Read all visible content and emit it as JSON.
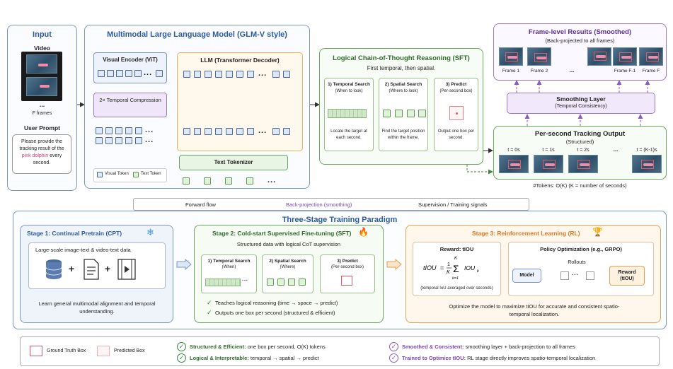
{
  "input": {
    "title": "Input",
    "video_label": "Video",
    "video_ellipsis": "...",
    "frames_label": "F frames",
    "prompt_title": "User Prompt",
    "prompt_pre": "Please provide the tracking result of the",
    "prompt_highlight": "pink dolphin",
    "prompt_post": "every second."
  },
  "mllm": {
    "title": "Multimodal Large Language Model (GLM-V style)",
    "vit_title": "Visual Encoder (ViT)",
    "compression": "2× Temporal Compression",
    "llm_title": "LLM (Transformer Decoder)",
    "tokenizer": "Text Tokenizer",
    "legend_visual": "Visual Token",
    "legend_text": "Text Token",
    "ellipsis": "..."
  },
  "cot": {
    "title": "Logical Chain-of-Thought Reasoning (SFT)",
    "subtitle": "First temporal, then spatial.",
    "steps": [
      {
        "title": "1) Temporal Search",
        "sub": "(When to look)",
        "desc": "Locate the target at each second."
      },
      {
        "title": "2) Spatial Search",
        "sub": "(Where to look)",
        "desc": "Find the target position within the frame."
      },
      {
        "title": "3) Predict",
        "sub": "(Per-second box)",
        "desc": "Output one box per second."
      }
    ]
  },
  "frame_results": {
    "title": "Frame-level Results (Smoothed)",
    "subtitle": "(Back-projected to all frames)",
    "labels": [
      "Frame 1",
      "Frame 2",
      "...",
      "Frame F-1",
      "Frame F"
    ]
  },
  "smoothing": {
    "title": "Smoothing Layer",
    "subtitle": "(Temporal Consistency)"
  },
  "per_second": {
    "title": "Per-second Tracking Output",
    "subtitle": "(Structured)",
    "labels": [
      "t = 0s",
      "t = 1s",
      "t = 2s",
      "...",
      "t = (K-1)s"
    ],
    "tokens_note": "#Tokens: O(K) (K = number of seconds)"
  },
  "flow_legend": {
    "forward": "Forward flow",
    "backproj": "Back-projection (smoothing)",
    "supervision": "Supervision / Training signals"
  },
  "training": {
    "title": "Three-Stage Training Paradigm",
    "stage1": {
      "title": "Stage 1: Continual Pretrain (CPT)",
      "data": "Large-scale image-text & video-text data",
      "desc": "Learn general multimodal alignment and temporal understanding."
    },
    "stage2": {
      "title": "Stage 2: Cold-start Supervised Fine-tuning (SFT)",
      "subtitle": "Structured data with logical CoT supervision",
      "steps": [
        {
          "title": "1) Temporal Search",
          "sub": "(When)"
        },
        {
          "title": "2) Spatial Search",
          "sub": "(Where)"
        },
        {
          "title": "3) Predict",
          "sub": "(Per-second box)"
        }
      ],
      "bullets": [
        "Teaches logical reasoning (time → space → predict)",
        "Outputs one box per second (structured & efficient)"
      ]
    },
    "stage3": {
      "title": "Stage 3: Reinforcement Learning (RL)",
      "reward_title": "Reward: tIOU",
      "reward_note": "(temporal IoU averaged over seconds)",
      "policy_title": "Policy Optimization (e.g., GRPO)",
      "model": "Model",
      "rollouts": "Rollouts",
      "reward_box": "Reward (tIOU)",
      "desc": "Optimize the model to maximize tIOU for accurate and consistent spatio-temporal localization."
    }
  },
  "bottom_legend": {
    "gt_box": "Ground Truth Box",
    "pred_box": "Predicted Box",
    "items": [
      {
        "bold": "Structured & Efficient:",
        "text": "one box per second, O(K) tokens"
      },
      {
        "bold": "Logical & Interpretable:",
        "text": "temporal → spatial → predict"
      },
      {
        "bold": "Smoothed & Consistent:",
        "text": "smoothing layer + back-projection to all frames"
      },
      {
        "bold": "Trained to Optimize tIOU:",
        "text": "RL stage directly improves spatio-temporal localization"
      }
    ]
  },
  "colors": {
    "blue": "#2c5aa0",
    "green": "#3f8a3a",
    "purple": "#7a46b8",
    "orange": "#e07820",
    "gt": "#e05868"
  }
}
